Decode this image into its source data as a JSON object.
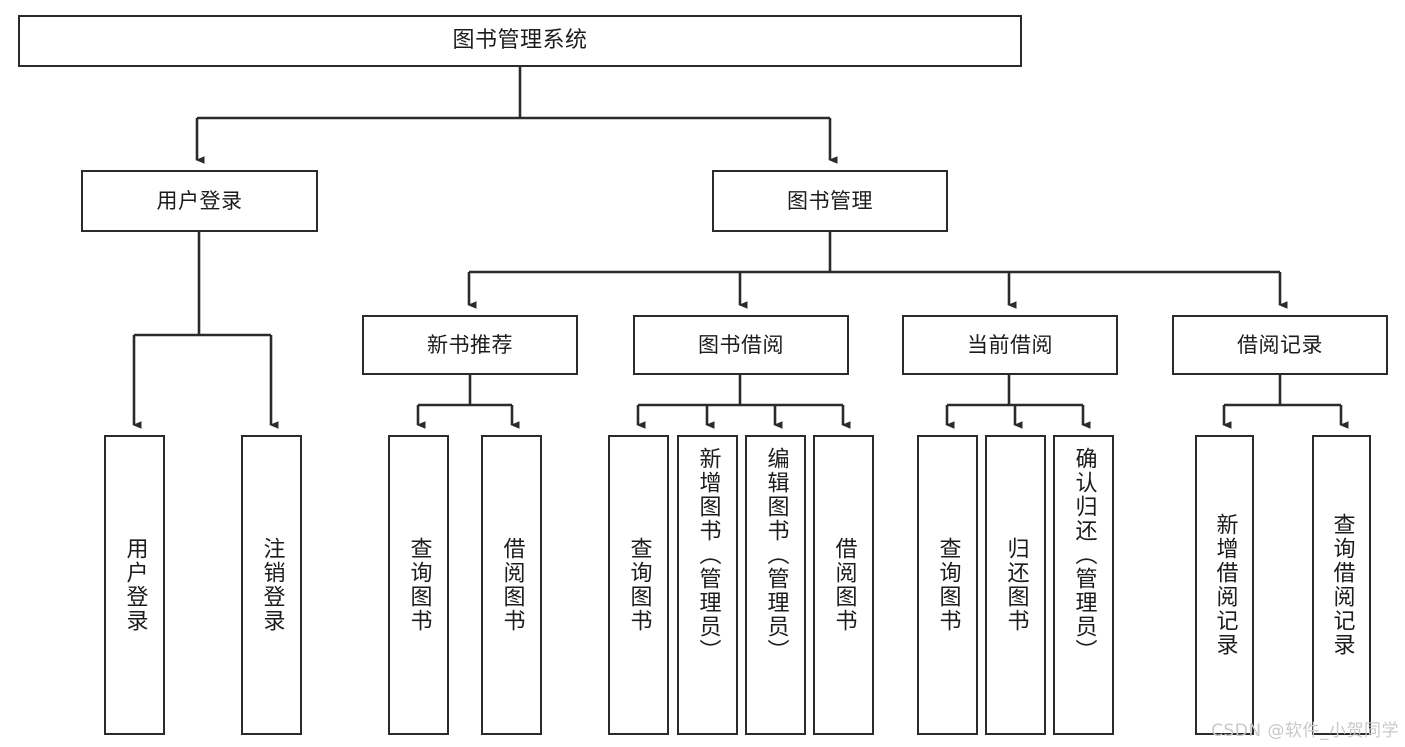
{
  "diagram": {
    "title_node": {
      "id": "root",
      "label": "图书管理系统"
    },
    "level2": [
      {
        "id": "user-login",
        "label": "用户登录"
      },
      {
        "id": "book-manage",
        "label": "图书管理"
      }
    ],
    "level3": [
      {
        "id": "new-book-rec",
        "label": "新书推荐"
      },
      {
        "id": "book-borrow",
        "label": "图书借阅"
      },
      {
        "id": "current-borrow",
        "label": "当前借阅"
      },
      {
        "id": "borrow-record",
        "label": "借阅记录"
      }
    ],
    "leaves": [
      {
        "id": "leaf-user-login",
        "label": "用户登录",
        "parent": "user-login"
      },
      {
        "id": "leaf-logout",
        "label": "注销登录",
        "parent": "user-login"
      },
      {
        "id": "leaf-query-book-1",
        "label": "查询图书",
        "parent": "new-book-rec"
      },
      {
        "id": "leaf-borrow-book-1",
        "label": "借阅图书",
        "parent": "new-book-rec"
      },
      {
        "id": "leaf-query-book-2",
        "label": "查询图书",
        "parent": "book-borrow"
      },
      {
        "id": "leaf-add-book",
        "label": "新增图书（管理员）",
        "parent": "book-borrow"
      },
      {
        "id": "leaf-edit-book",
        "label": "编辑图书（管理员）",
        "parent": "book-borrow"
      },
      {
        "id": "leaf-borrow-book-2",
        "label": "借阅图书",
        "parent": "book-borrow"
      },
      {
        "id": "leaf-query-book-3",
        "label": "查询图书",
        "parent": "current-borrow"
      },
      {
        "id": "leaf-return-book",
        "label": "归还图书",
        "parent": "current-borrow"
      },
      {
        "id": "leaf-confirm-return",
        "label": "确认归还（管理员）",
        "parent": "current-borrow"
      },
      {
        "id": "leaf-add-record",
        "label": "新增借阅记录",
        "parent": "borrow-record"
      },
      {
        "id": "leaf-query-record",
        "label": "查询借阅记录",
        "parent": "borrow-record"
      }
    ]
  },
  "watermark": {
    "text": "CSDN @软件_小贺同学"
  },
  "colors": {
    "stroke": "#2b2b2b",
    "fill": "#ffffff",
    "text": "#1c1c1c",
    "watermark": "#c9c9c9"
  }
}
